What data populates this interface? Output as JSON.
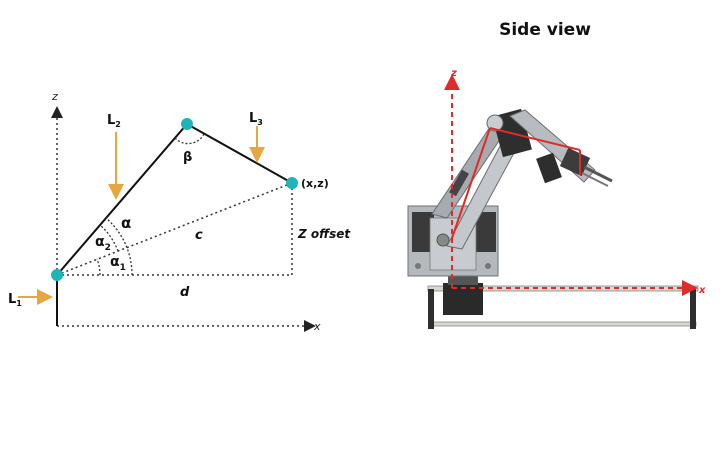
{
  "side_view": {
    "title": "Side view"
  },
  "axes": {
    "z": "z",
    "x": "x",
    "robot_z": "z",
    "robot_x": "x"
  },
  "labels": {
    "L1": "L",
    "L1_sub": "1",
    "L2": "L",
    "L2_sub": "2",
    "L3": "L",
    "L3_sub": "3",
    "beta": "β",
    "alpha": "α",
    "alpha2": "α",
    "alpha2_sub": "2",
    "alpha1": "α",
    "alpha1_sub": "1",
    "c": "c",
    "d": "d",
    "z_offset": "Z offset",
    "target": "(x,z)"
  },
  "colors": {
    "accent_orange": "#e8a640",
    "joint_teal": "#1fb5b8",
    "axis_red": "#e02b2b",
    "arm_gray": "#9aa0a6"
  }
}
